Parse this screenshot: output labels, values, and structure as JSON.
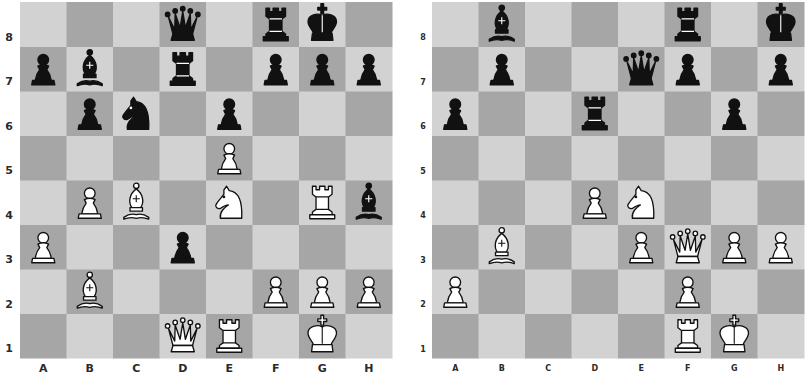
{
  "diagram": {
    "labels": [
      "8",
      "7",
      "6",
      "5",
      "4",
      "3",
      "2",
      "1",
      "A",
      "B",
      "C",
      "D",
      "E",
      "F",
      "G",
      "H",
      "8",
      "7",
      "6",
      "5",
      "4",
      "3",
      "2",
      "1",
      "A",
      "B",
      "C",
      "D",
      "E",
      "F",
      "G",
      "H"
    ]
  }
}
